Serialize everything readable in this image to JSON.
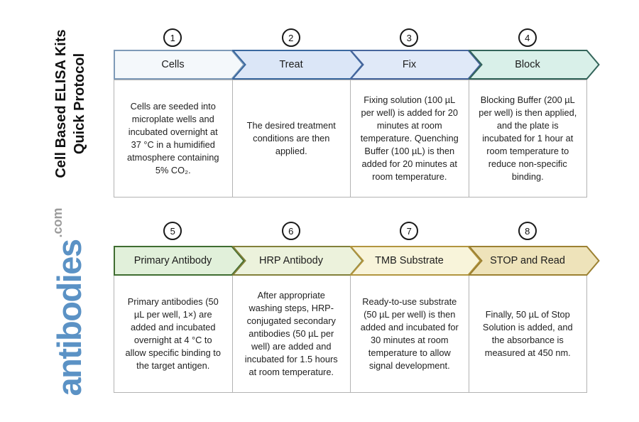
{
  "sidebar": {
    "title_line1": "Cell Based ELISA Kits",
    "title_line2": "Quick Protocol",
    "logo_text": "antibodies",
    "logo_suffix": ".com",
    "logo_color": "#5b92c5",
    "logo_suffix_color": "#9b9b9b"
  },
  "steps": [
    {
      "number": "1",
      "label": "Cells",
      "description": "Cells are seeded into microplate wells and incubated overnight at 37 °C in a humidified atmosphere containing 5% CO₂.",
      "fill": "#f4f8fb",
      "border": "#7e9ab8"
    },
    {
      "number": "2",
      "label": "Treat",
      "description": "The desired treatment conditions are then applied.",
      "fill": "#dbe6f7",
      "border": "#3a689f"
    },
    {
      "number": "3",
      "label": "Fix",
      "description": "Fixing solution (100 µL per well) is added for 20 minutes at room temperature. Quenching Buffer (100 µL) is then added for 20 minutes at room temperature.",
      "fill": "#e0e9f8",
      "border": "#46659c"
    },
    {
      "number": "4",
      "label": "Block",
      "description": "Blocking Buffer (200 µL per well) is then applied, and the plate is incubated for 1 hour at room temperature to reduce non-specific binding.",
      "fill": "#d9f0e9",
      "border": "#33655a"
    },
    {
      "number": "5",
      "label": "Primary Antibody",
      "description": "Primary antibodies (50 µL per well, 1×) are added and incubated overnight at 4 °C to allow specific binding to the target antigen.",
      "fill": "#e1f0da",
      "border": "#3f6d31"
    },
    {
      "number": "6",
      "label": "HRP Antibody",
      "description": "After appropriate washing steps, HRP-conjugated secondary antibodies (50 µL per well) are added and incubated for 1.5 hours at room temperature.",
      "fill": "#ecf2dc",
      "border": "#82803a"
    },
    {
      "number": "7",
      "label": "TMB Substrate",
      "description": "Ready-to-use substrate (50 µL per well) is then added and incubated for 30 minutes at room temperature to allow signal development.",
      "fill": "#f8f4da",
      "border": "#b2953f"
    },
    {
      "number": "8",
      "label": "STOP and Read",
      "description": "Finally, 50 µL of Stop Solution is added, and the absorbance is measured at 450 nm.",
      "fill": "#eee3ba",
      "border": "#9c8132"
    }
  ]
}
